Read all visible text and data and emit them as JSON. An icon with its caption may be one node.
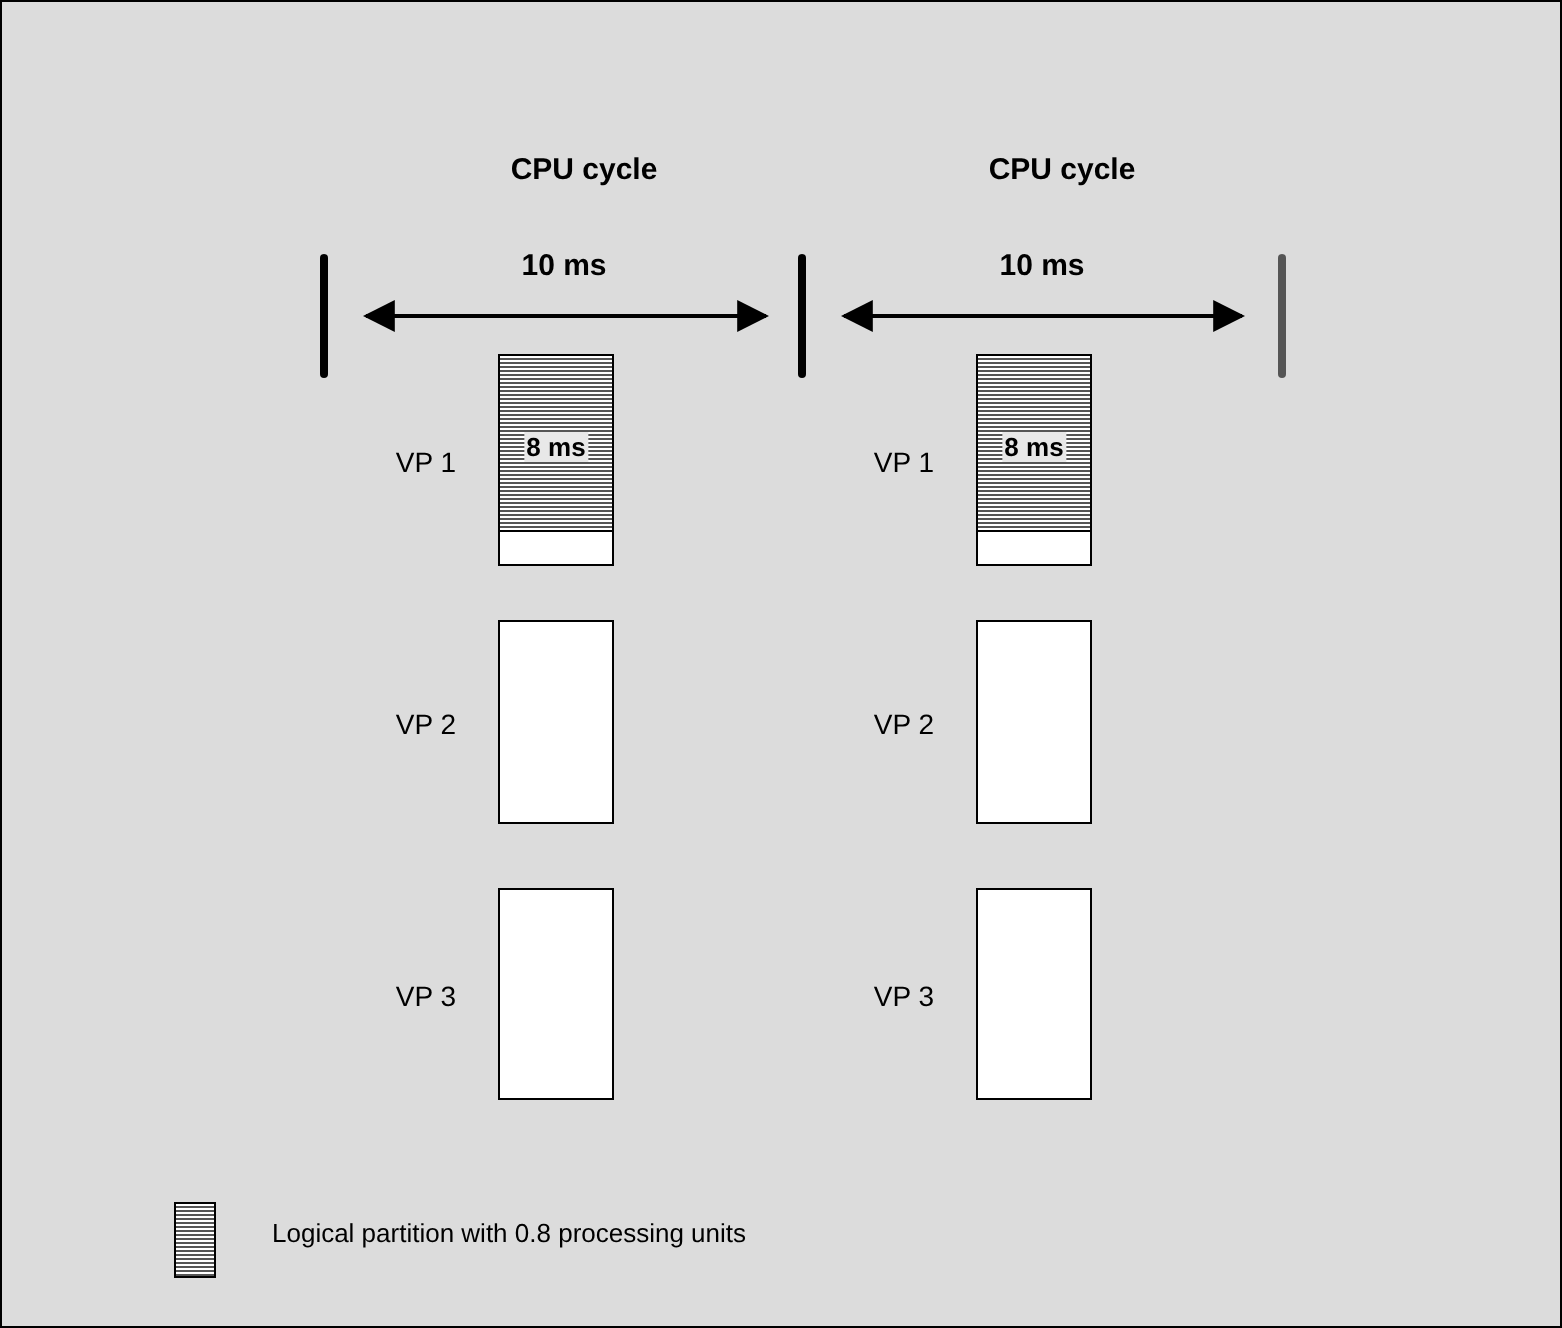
{
  "diagram": {
    "nodes": [
      {
        "text": [
          "8 ms"
        ],
        "beside": [
          "VP 1"
        ]
      },
      {
        "text": [
          "8 ms"
        ],
        "beside": [
          "VP 1"
        ]
      },
      {
        "text": [],
        "shape": "box",
        "beside": [
          "VP 2"
        ]
      },
      {
        "text": [],
        "shape": "box",
        "beside": [
          "VP 2"
        ]
      },
      {
        "text": [],
        "shape": "box",
        "beside": [
          "VP 3"
        ]
      },
      {
        "text": [],
        "shape": "box",
        "beside": [
          "VP 3"
        ]
      }
    ],
    "edges": [],
    "labels": [
      "CPU cycle",
      "CPU cycle",
      "10 ms",
      "10 ms"
    ],
    "legend": [
      {
        "text": "Logical partition with 0.8 processing units"
      }
    ]
  }
}
